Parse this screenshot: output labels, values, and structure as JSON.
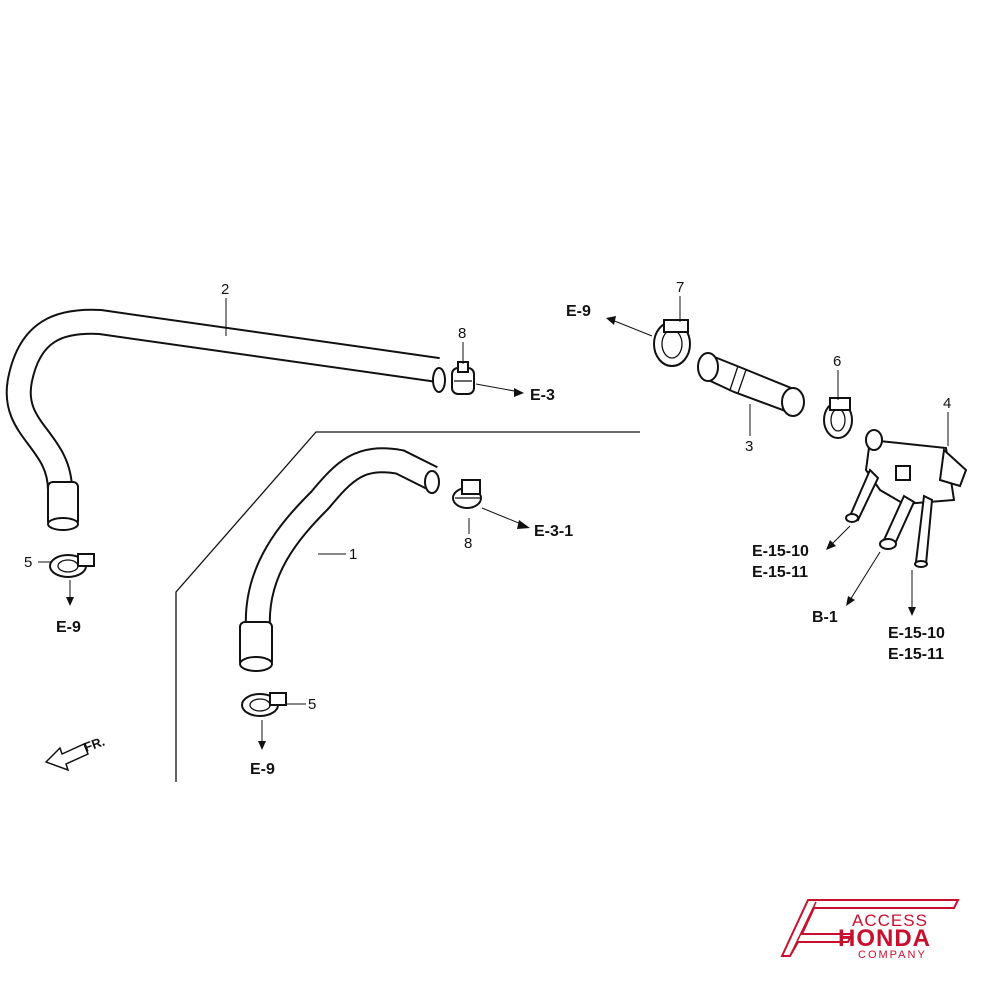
{
  "diagram": {
    "part_labels": {
      "p1": "1",
      "p2": "2",
      "p3": "3",
      "p4": "4",
      "p5a": "5",
      "p5b": "5",
      "p6": "6",
      "p7": "7",
      "p8a": "8",
      "p8b": "8"
    },
    "refs": {
      "e9_left": "E-9",
      "e9_mid": "E-9",
      "e9_top": "E-9",
      "e3": "E-3",
      "e31": "E-3-1",
      "e1510_a": "E-15-10",
      "e1511_a": "E-15-11",
      "b1": "B-1",
      "e1510_b": "E-15-10",
      "e1511_b": "E-15-11"
    },
    "front_indicator": "FR."
  },
  "logo": {
    "line1": "ACCESS",
    "line2": "HONDA",
    "line3": "COMPANY",
    "color": "#c8102e"
  }
}
